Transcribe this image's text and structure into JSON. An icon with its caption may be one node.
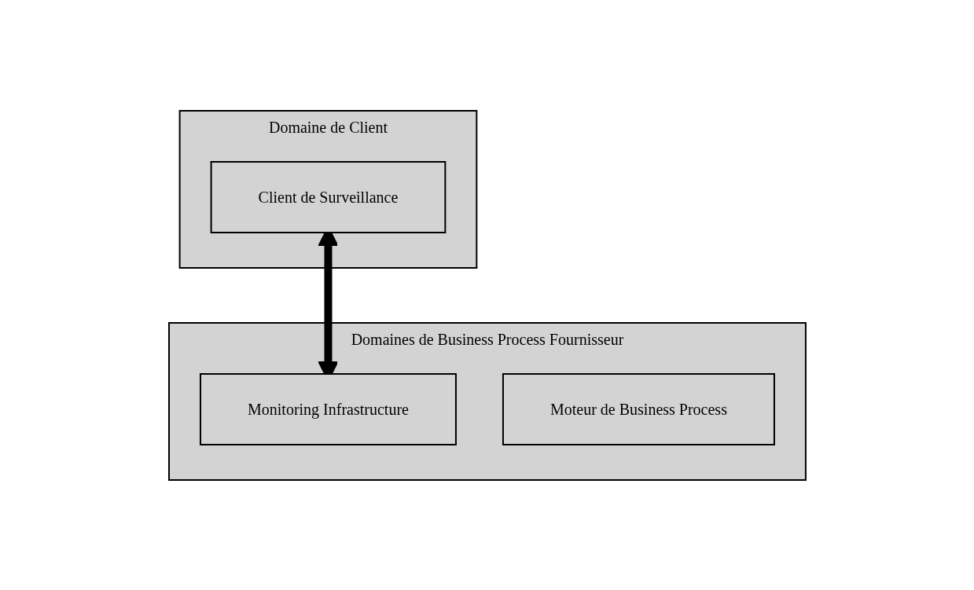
{
  "diagram": {
    "nodes": [
      {
        "text": [
          "Domaine de Client"
        ]
      },
      {
        "text": [
          "Client de Surveillance"
        ],
        "in": 0
      },
      {
        "text": [
          "Domaines de Business Process Fournisseur"
        ]
      },
      {
        "text": [
          "Monitoring Infrastructure"
        ],
        "in": 2
      },
      {
        "text": [
          "Moteur de Business Process"
        ],
        "in": 2
      }
    ],
    "edges": [
      {
        "from": 1,
        "to": 3,
        "arrow": "both"
      }
    ]
  }
}
